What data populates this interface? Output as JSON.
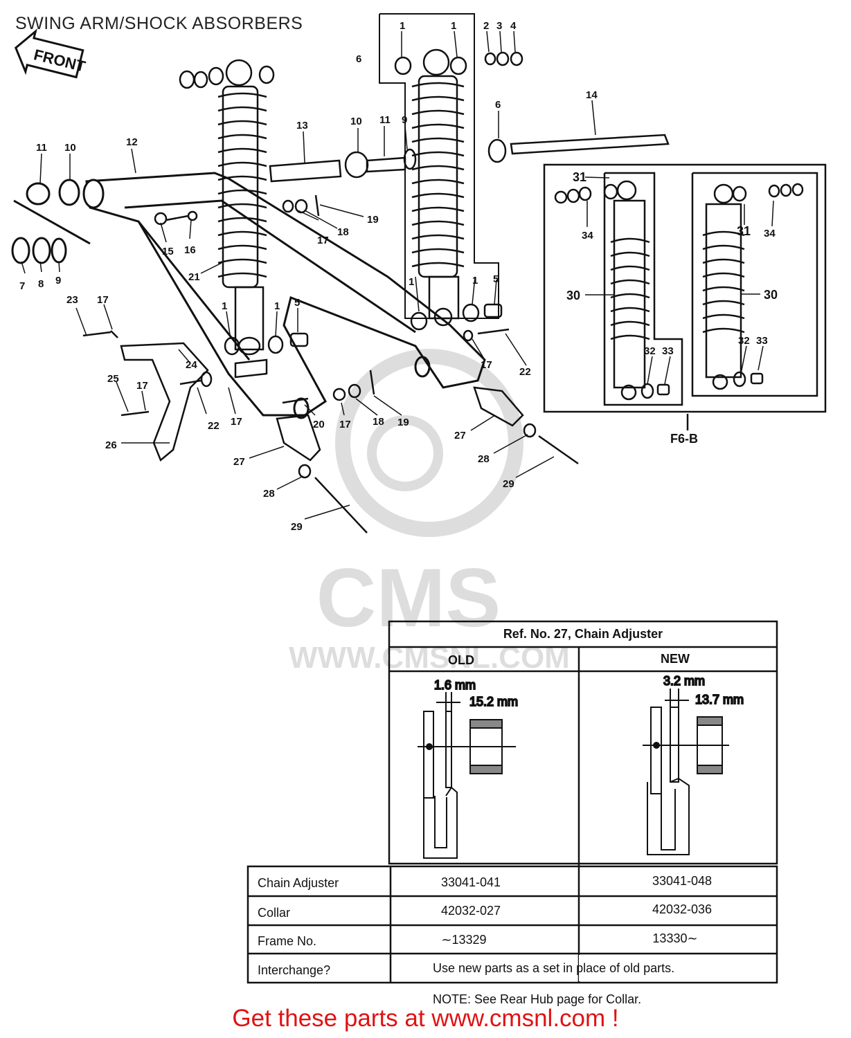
{
  "title": "SWING ARM/SHOCK ABSORBERS",
  "front_label": "FRONT",
  "watermark": {
    "logo": "CMS",
    "url": "WWW.CMSNL.COM"
  },
  "callouts": {
    "n1": "1",
    "n2": "2",
    "n3": "3",
    "n4": "4",
    "n5": "5",
    "n6": "6",
    "n7": "7",
    "n8": "8",
    "n9": "9",
    "n10": "10",
    "n11": "11",
    "n12": "12",
    "n13": "13",
    "n14": "14",
    "n15": "15",
    "n16": "16",
    "n17": "17",
    "n18": "18",
    "n19": "19",
    "n20": "20",
    "n21": "21",
    "n22": "22",
    "n23": "23",
    "n24": "24",
    "n25": "25",
    "n26": "26",
    "n27": "27",
    "n28": "28",
    "n29": "29",
    "n30": "30",
    "n31": "31",
    "n32": "32",
    "n33": "33",
    "n34": "34"
  },
  "inset_label": "F6-B",
  "table": {
    "heading": "Ref. No. 27, Chain Adjuster",
    "col_old": "OLD",
    "col_new": "NEW",
    "old_dim_a": "1.6 mm",
    "old_dim_b": "15.2 mm",
    "new_dim_a": "3.2 mm",
    "new_dim_b": "13.7 mm",
    "rows": [
      {
        "label": "Chain Adjuster",
        "old": "33041-041",
        "new": "33041-048"
      },
      {
        "label": "Collar",
        "old": "42032-027",
        "new": "42032-036"
      },
      {
        "label": "Frame No.",
        "old": "∼13329",
        "new": "13330∼"
      }
    ],
    "interchange_label": "Interchange?",
    "interchange_value": "Use new parts as a set in place of old parts.",
    "note": "NOTE: See Rear Hub  page for Collar."
  },
  "promo": "Get these parts at www.cmsnl.com !"
}
